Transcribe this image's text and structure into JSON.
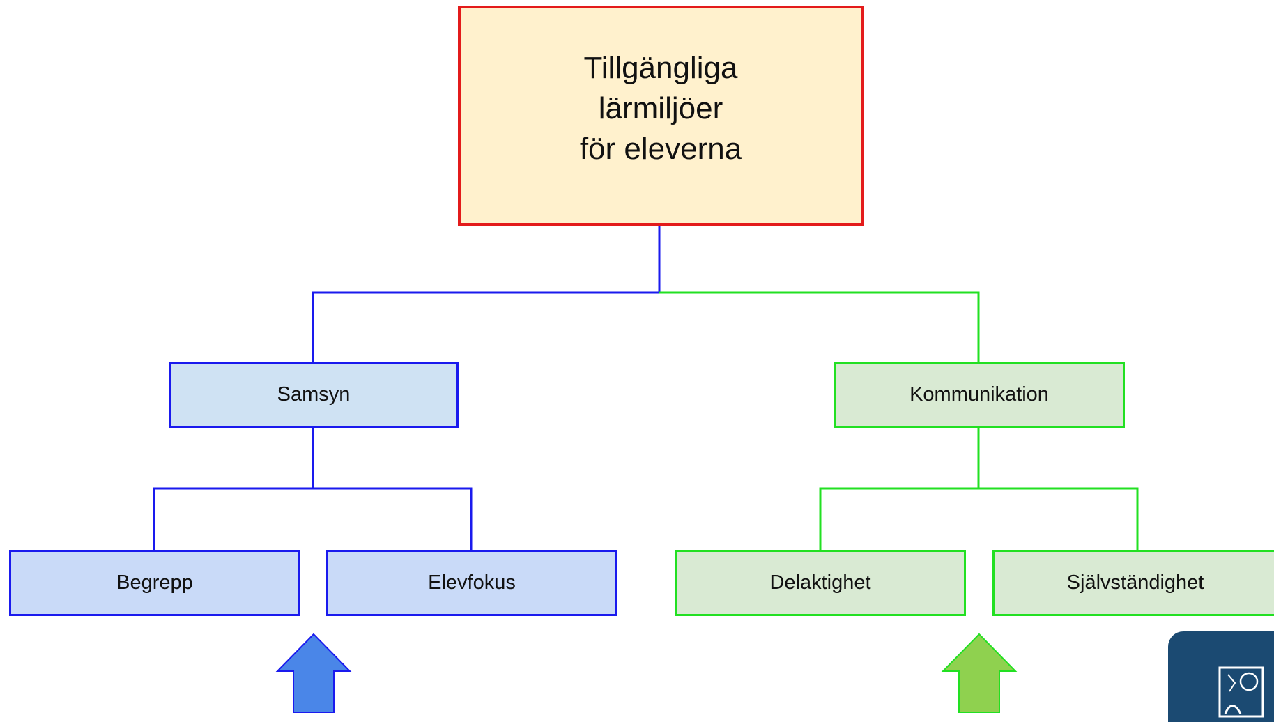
{
  "diagram": {
    "root": {
      "label": "Tillgängliga\nlärmiljöer\nför eleverna"
    },
    "branches": [
      {
        "label": "Samsyn",
        "children": [
          "Begrepp",
          "Elevfokus"
        ]
      },
      {
        "label": "Kommunikation",
        "children": [
          "Delaktighet",
          "Självständighet"
        ]
      }
    ]
  },
  "colors": {
    "root_fill": "#fff1cd",
    "root_border": "#e31b1b",
    "blue_line": "#1a1aee",
    "green_line": "#22e022",
    "blue_fill": "#cfe2f3",
    "blue_leaf_fill": "#c9daf8",
    "green_fill": "#d9ead3",
    "blue_arrow": "#4a86e8",
    "green_arrow": "#8fd14f",
    "logo_bg": "#1b4a72"
  },
  "icons": {
    "left_arrow": "up-arrow-icon",
    "right_arrow": "up-arrow-icon",
    "logo": "crest-logo-icon"
  }
}
